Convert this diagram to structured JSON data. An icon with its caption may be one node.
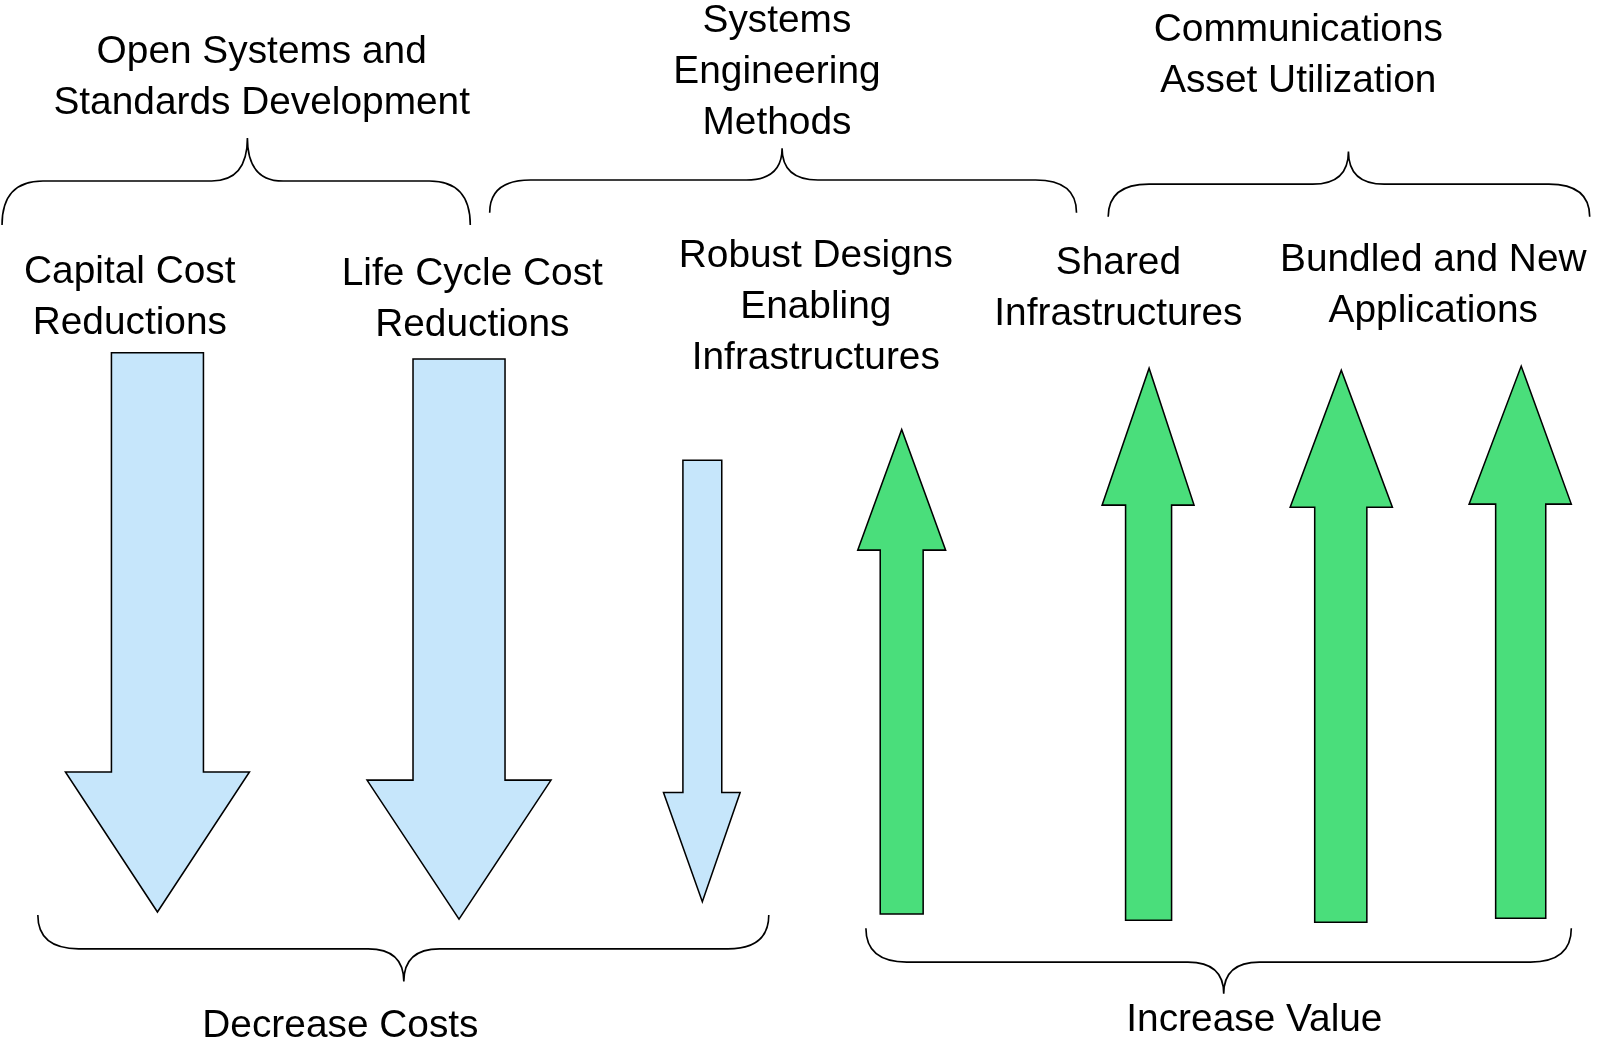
{
  "diagram": {
    "labels": [
      "Open Systems and Standards Development",
      "Systems Engineering Methods",
      "Communications Asset Utilization",
      "Capital Cost Reductions",
      "Life Cycle Cost Reductions",
      "Robust Designs Enabling Infrastructures",
      "Shared Infrastructures",
      "Bundled and New Applications",
      "Decrease Costs",
      "Increase Value"
    ]
  }
}
